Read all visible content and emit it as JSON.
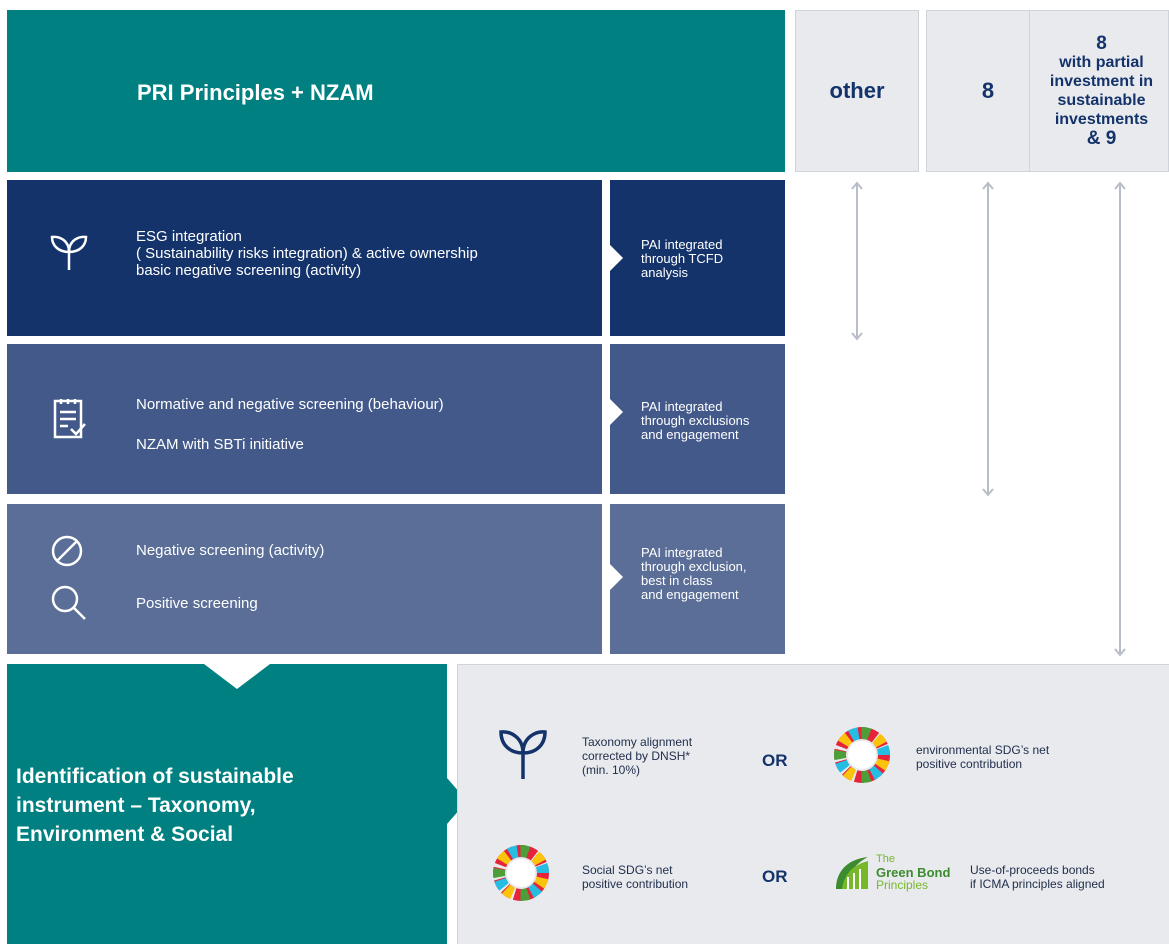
{
  "header": {
    "title": "PRI Principles + NZAM"
  },
  "columns": [
    {
      "label": "other"
    },
    {
      "label": "8"
    },
    {
      "label_top": "8",
      "label_mid": "with partial investment in sustainable investments",
      "label_bottom": "& 9"
    }
  ],
  "rows": [
    {
      "icon": "sprout-icon",
      "lines": [
        "ESG integration",
        "( Sustainability risks integration) & active ownership",
        "basic negative screening (activity)"
      ],
      "pai": [
        "PAI integrated",
        "through TCFD",
        "analysis"
      ]
    },
    {
      "icon": "checklist-icon",
      "lines": [
        "Normative and negative screening (behaviour)",
        "NZAM with SBTi initiative"
      ],
      "pai": [
        "PAI integrated",
        "through exclusions",
        "and engagement"
      ]
    },
    {
      "icon": "no-entry-icon",
      "icon2": "magnifier-icon",
      "lines": [
        "Negative screening (activity)",
        "Positive screening"
      ],
      "pai": [
        "PAI integrated",
        "through exclusion,",
        "best in class",
        "and engagement"
      ]
    }
  ],
  "sustainable": {
    "title_lines": [
      "Identification of sustainable",
      "instrument – Taxonomy,",
      "Environment & Social"
    ],
    "options": [
      {
        "icon": "sprout-icon",
        "text": [
          "Taxonomy alignment",
          "corrected by DNSH*",
          "(min. 10%)"
        ]
      },
      {
        "icon": "sdg-wheel-icon",
        "text": [
          "environmental SDG’s net",
          "positive contribution"
        ]
      },
      {
        "icon": "sdg-wheel-icon",
        "text": [
          "Social SDG’s net",
          "positive contribution"
        ]
      },
      {
        "icon": "green-bond-logo",
        "logo_line1": "The",
        "logo_line2": "Green Bond",
        "logo_line3": "Principles",
        "text": [
          "Use-of-proceeds bonds",
          "if ICMA principles aligned"
        ]
      }
    ],
    "or_label": "OR"
  },
  "colors": {
    "teal": "#008080",
    "navy": "#14336a",
    "slate1": "#43598a",
    "slate2": "#5a6e97",
    "gray_panel": "#e8eaee"
  }
}
